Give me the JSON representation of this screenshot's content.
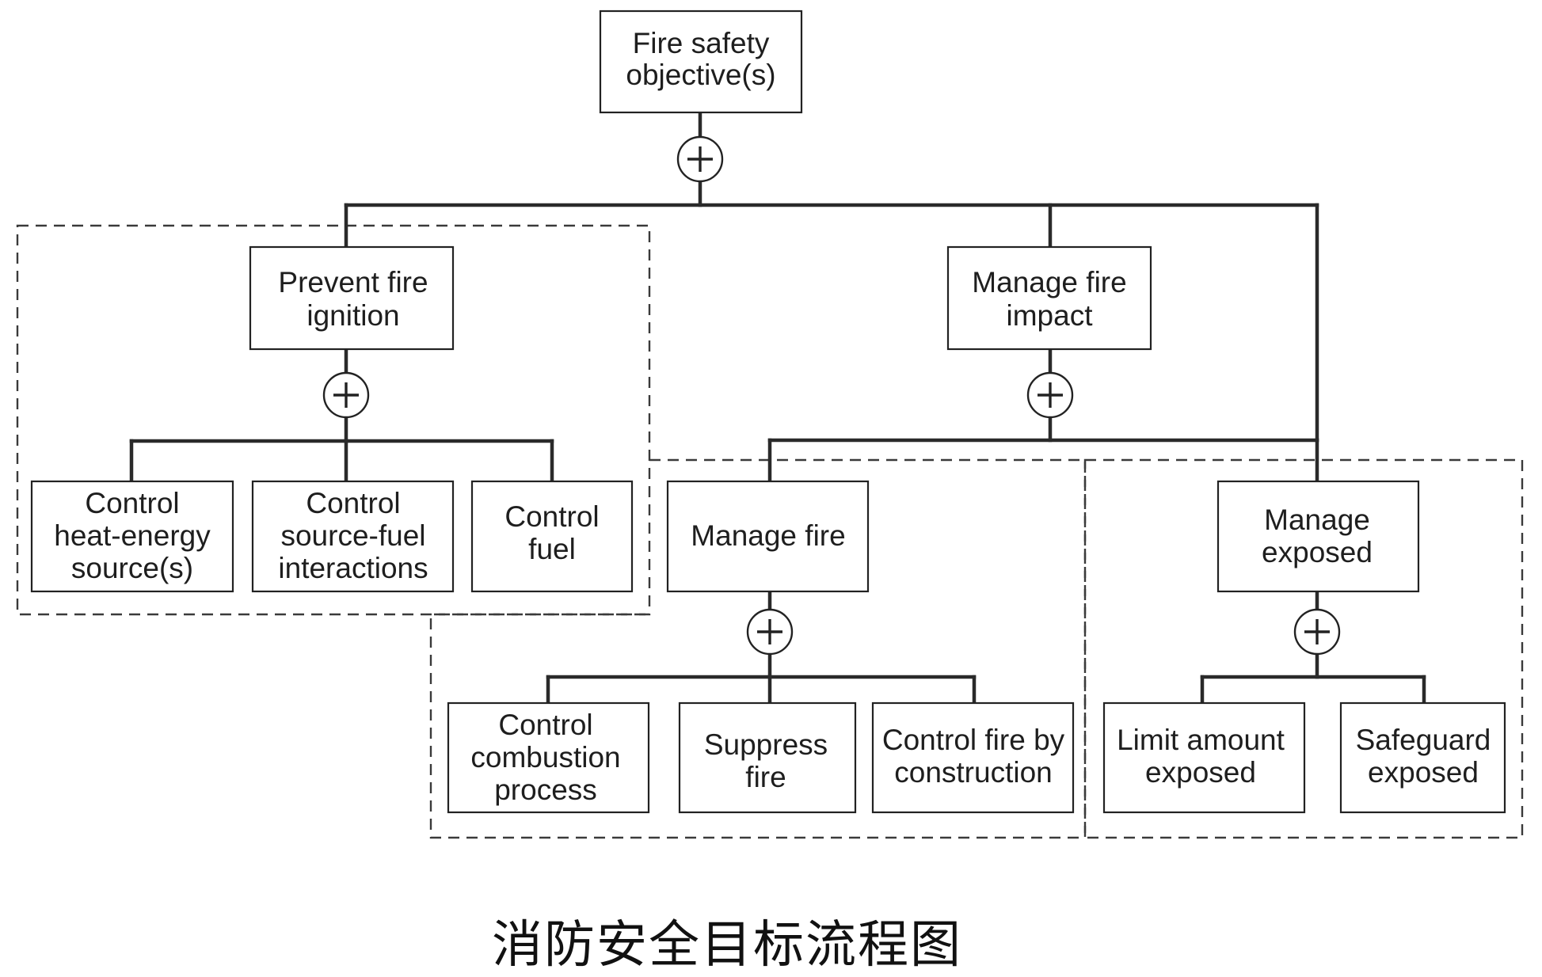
{
  "caption": "消防安全目标流程图",
  "operator_symbol": "+",
  "nodes": {
    "fire_safety_objectives": [
      "Fire safety",
      "objective(s)"
    ],
    "prevent_fire_ignition": [
      "Prevent fire",
      "ignition"
    ],
    "manage_fire_impact": [
      "Manage fire",
      "impact"
    ],
    "control_heat_energy": [
      "Control",
      "heat-energy",
      "source(s)"
    ],
    "control_source_fuel": [
      "Control",
      "source-fuel",
      "interactions"
    ],
    "control_fuel": [
      "Control",
      "fuel"
    ],
    "manage_fire": [
      "Manage fire"
    ],
    "manage_exposed": [
      "Manage",
      "exposed"
    ],
    "control_combustion": [
      "Control",
      "combustion",
      "process"
    ],
    "suppress_fire": [
      "Suppress",
      "fire"
    ],
    "control_fire_construction": [
      "Control fire by",
      "construction"
    ],
    "limit_amount_exposed": [
      "Limit amount",
      "exposed"
    ],
    "safeguard_exposed": [
      "Safeguard",
      "exposed"
    ]
  },
  "colors": {
    "line": "#2a2a2a",
    "box_border": "#222222",
    "text": "#1e1e1e",
    "background": "#ffffff"
  }
}
